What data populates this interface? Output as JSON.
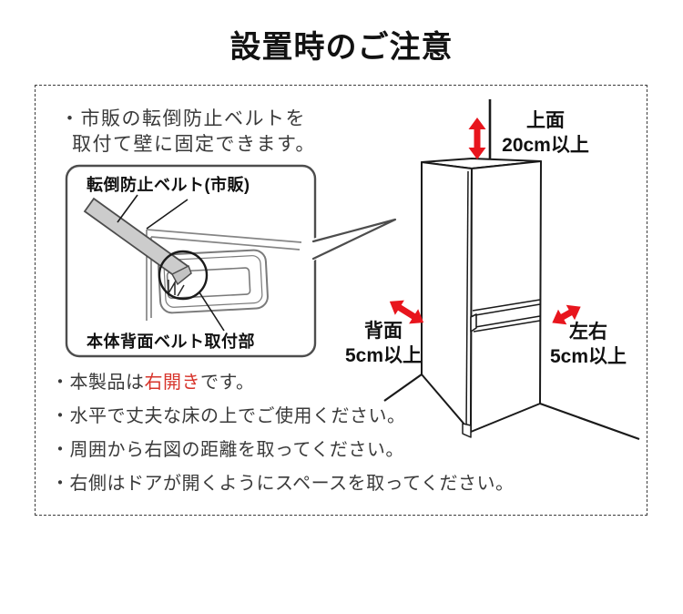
{
  "title": "設置時のご注意",
  "intro": {
    "line1": "・市販の転倒防止ベルトを",
    "line2": "取付て壁に固定できます。"
  },
  "callout": {
    "belt_label": "転倒防止ベルト(市販)",
    "attachment_label": "本体背面ベルト取付部"
  },
  "clearances": {
    "top": {
      "label": "上面",
      "value": "20cm以上"
    },
    "back": {
      "label": "背面",
      "value": "5cm以上"
    },
    "sides": {
      "label": "左右",
      "value": "5cm以上"
    }
  },
  "notes": {
    "door": {
      "prefix": "・本製品は",
      "highlight": "右開き",
      "suffix": "です。"
    },
    "floor": "・水平で丈夫な床の上でご使用ください。",
    "distance": "・周囲から右図の距離を取ってください。",
    "space": "・右側はドアが開くようにスペースを取ってください。"
  },
  "colors": {
    "arrow_red": "#e8151d",
    "highlight_red": "#d7342b",
    "belt_gray": "#cccccc",
    "line_black": "#1a1a1a",
    "line_gray": "#858585"
  }
}
